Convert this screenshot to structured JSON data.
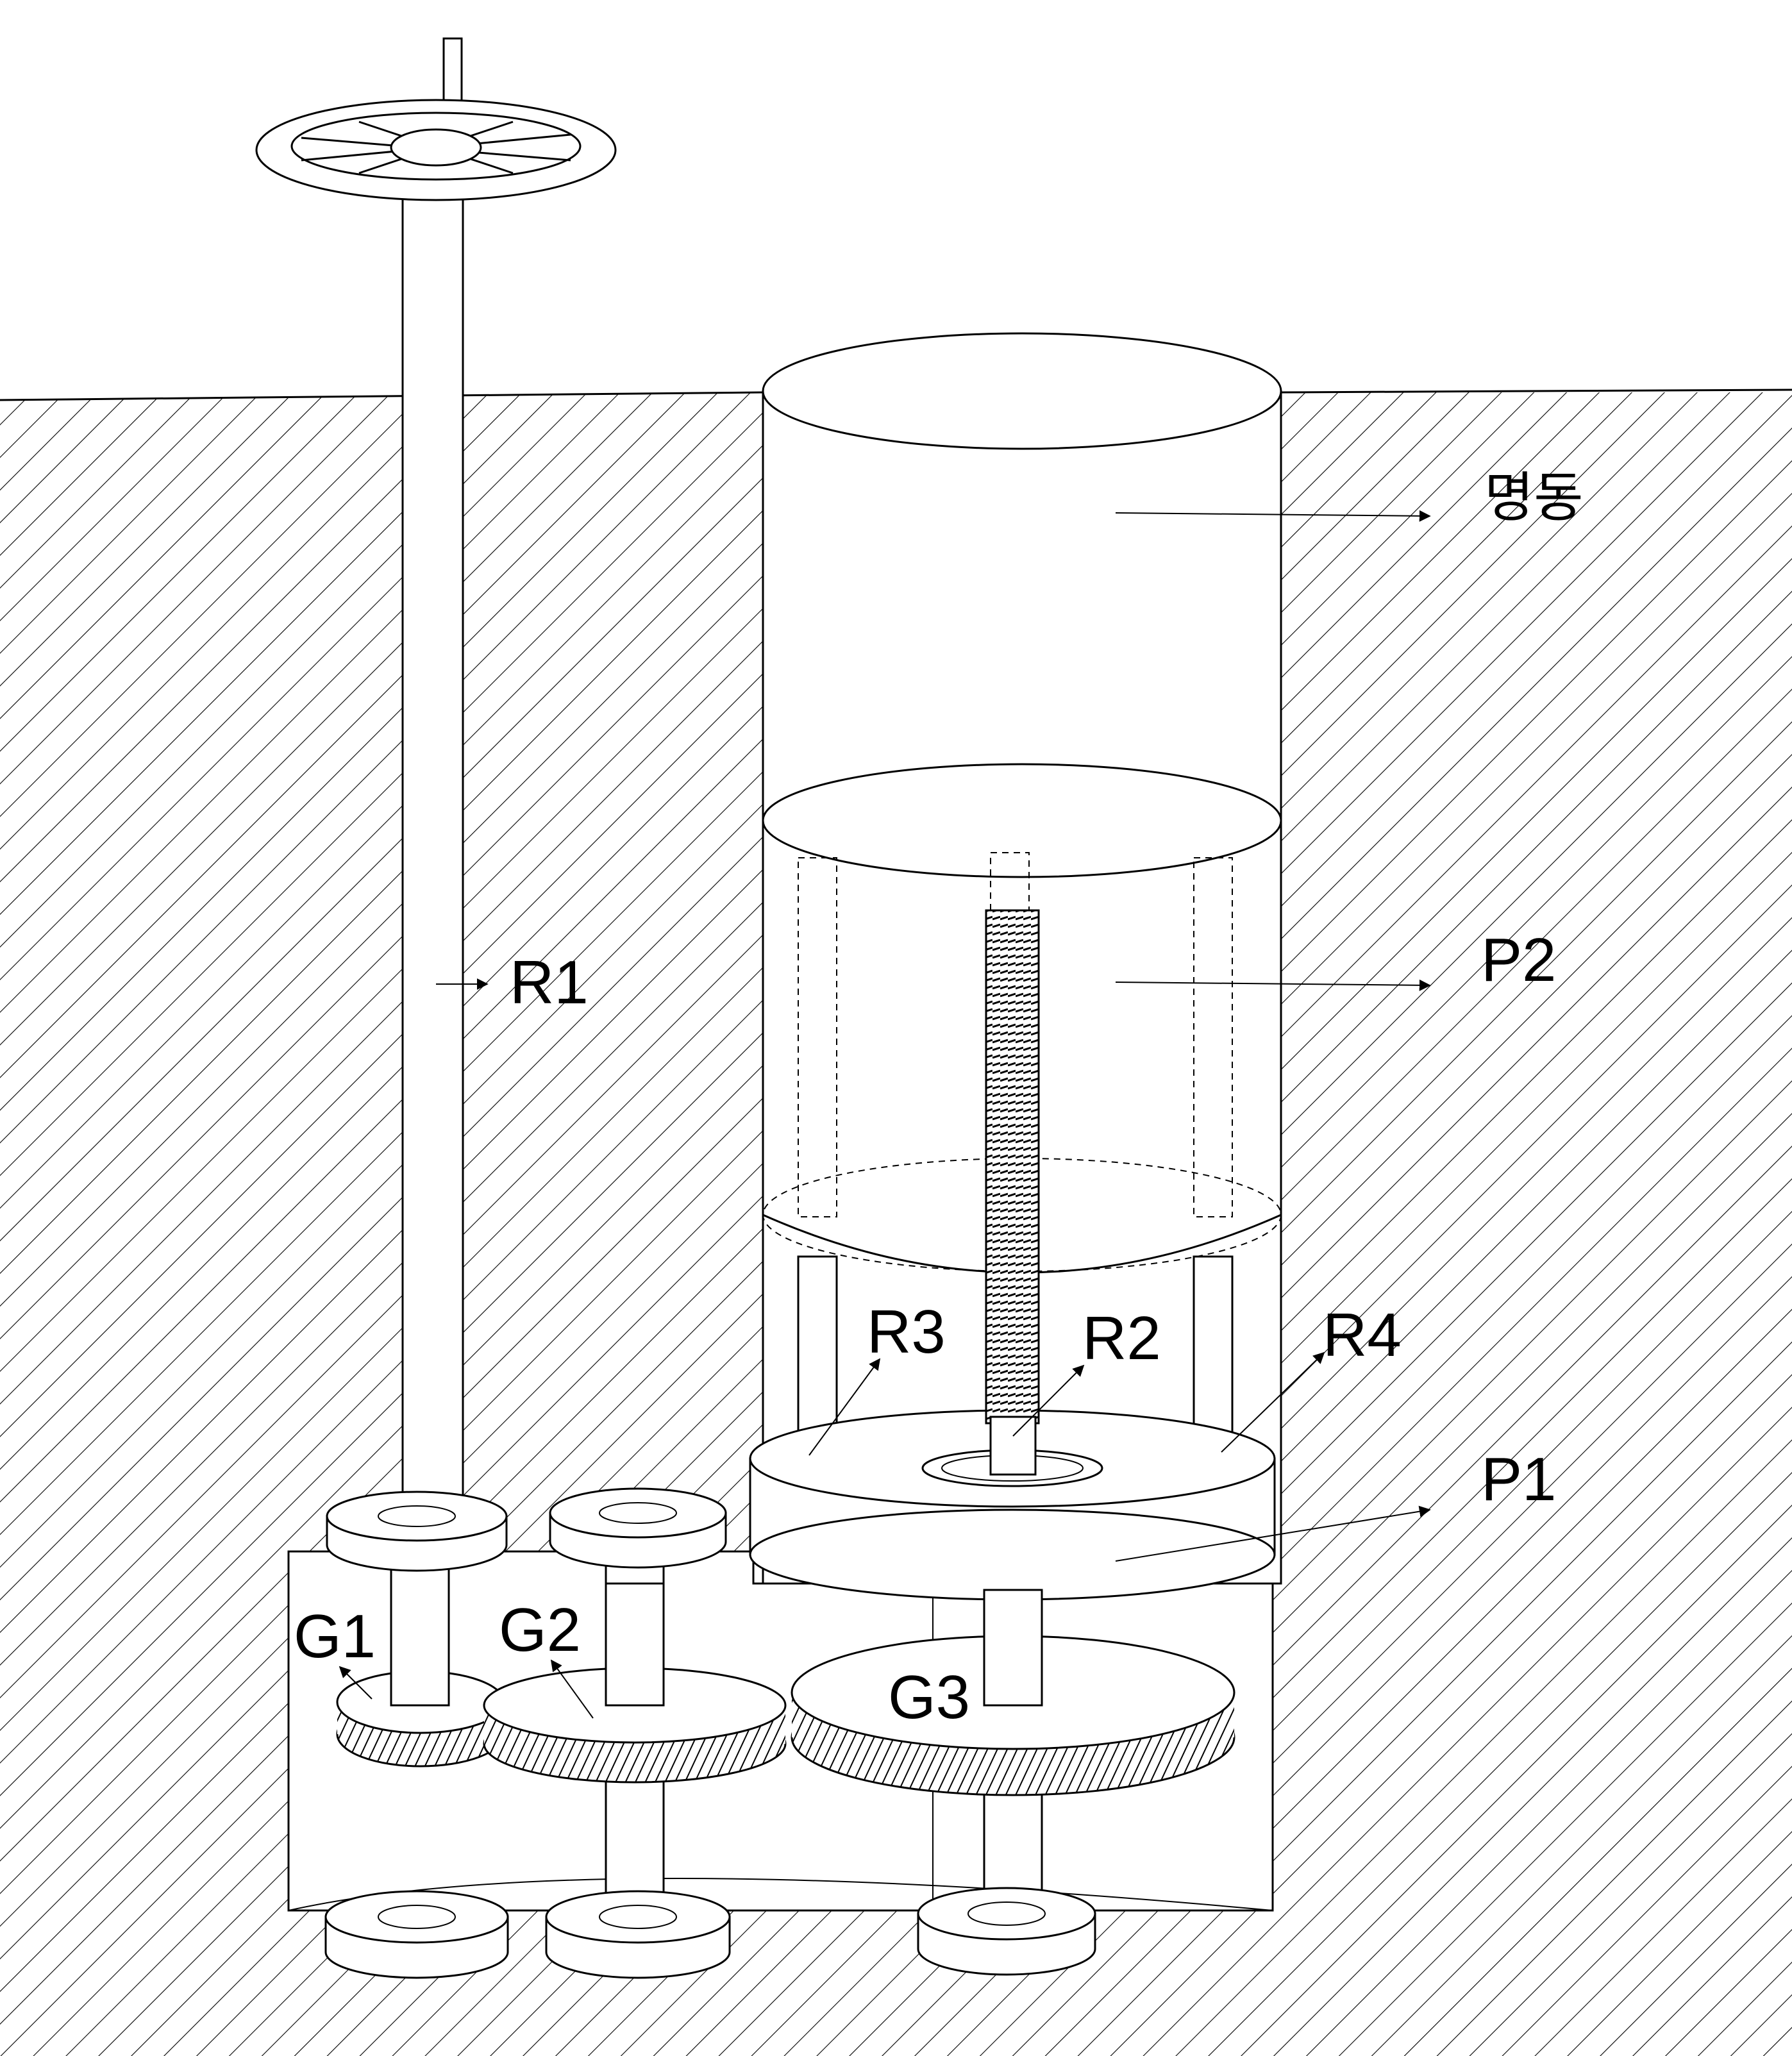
{
  "labels": {
    "myeongdong": "명동",
    "r1": "R1",
    "p2": "P2",
    "r3": "R3",
    "r2": "R2",
    "r4": "R4",
    "p1": "P1",
    "g1": "G1",
    "g2": "G2",
    "g3": "G3"
  }
}
